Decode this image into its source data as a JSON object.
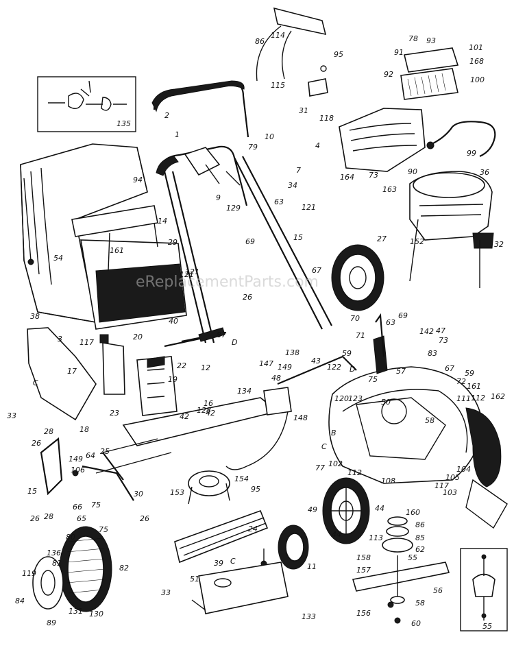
{
  "watermark": "eReplacementParts.com",
  "callouts": [
    {
      "key": "n114",
      "text": "114"
    },
    {
      "key": "n95",
      "text": "95"
    },
    {
      "key": "n86a",
      "text": "86"
    },
    {
      "key": "n115",
      "text": "115"
    },
    {
      "key": "n31a",
      "text": "31"
    },
    {
      "key": "n118",
      "text": "118"
    },
    {
      "key": "n78",
      "text": "78"
    },
    {
      "key": "n93",
      "text": "93"
    },
    {
      "key": "n91",
      "text": "91"
    },
    {
      "key": "n101",
      "text": "101"
    },
    {
      "key": "n168",
      "text": "168"
    },
    {
      "key": "n92",
      "text": "92"
    },
    {
      "key": "n100",
      "text": "100"
    },
    {
      "key": "n135",
      "text": "135"
    },
    {
      "key": "n2",
      "text": "2"
    },
    {
      "key": "n1",
      "text": "1"
    },
    {
      "key": "n10",
      "text": "10"
    },
    {
      "key": "n79",
      "text": "79"
    },
    {
      "key": "n4a",
      "text": "4"
    },
    {
      "key": "n7",
      "text": "7"
    },
    {
      "key": "n34",
      "text": "34"
    },
    {
      "key": "n9",
      "text": "9"
    },
    {
      "key": "n129",
      "text": "129"
    },
    {
      "key": "n121a",
      "text": "121"
    },
    {
      "key": "n63",
      "text": "63"
    },
    {
      "key": "n121b",
      "text": "121"
    },
    {
      "key": "n69a",
      "text": "69"
    },
    {
      "key": "n15a",
      "text": "15"
    },
    {
      "key": "n99",
      "text": "99"
    },
    {
      "key": "n36",
      "text": "36"
    },
    {
      "key": "n164",
      "text": "164"
    },
    {
      "key": "n73a",
      "text": "73"
    },
    {
      "key": "n90",
      "text": "90"
    },
    {
      "key": "n163",
      "text": "163"
    },
    {
      "key": "n32",
      "text": "32"
    },
    {
      "key": "n27",
      "text": "27"
    },
    {
      "key": "n152",
      "text": "152"
    },
    {
      "key": "n94",
      "text": "94"
    },
    {
      "key": "n161a",
      "text": "161"
    },
    {
      "key": "n54",
      "text": "54"
    },
    {
      "key": "n29",
      "text": "29"
    },
    {
      "key": "n14",
      "text": "14"
    },
    {
      "key": "n121c",
      "text": "121"
    },
    {
      "key": "n26a",
      "text": "26"
    },
    {
      "key": "n40",
      "text": "40"
    },
    {
      "key": "n20",
      "text": "20"
    },
    {
      "key": "n87",
      "text": "87"
    },
    {
      "key": "nD1",
      "text": "D"
    },
    {
      "key": "n22",
      "text": "22"
    },
    {
      "key": "n12",
      "text": "12"
    },
    {
      "key": "n19",
      "text": "19"
    },
    {
      "key": "n67a",
      "text": "67"
    },
    {
      "key": "n70",
      "text": "70"
    },
    {
      "key": "n63b",
      "text": "63"
    },
    {
      "key": "n69b",
      "text": "69"
    },
    {
      "key": "n71",
      "text": "71"
    },
    {
      "key": "n142",
      "text": "142"
    },
    {
      "key": "n47",
      "text": "47"
    },
    {
      "key": "n83",
      "text": "83"
    },
    {
      "key": "n38",
      "text": "38"
    },
    {
      "key": "n3",
      "text": "3"
    },
    {
      "key": "n117",
      "text": "117"
    },
    {
      "key": "n17",
      "text": "17"
    },
    {
      "key": "nC1",
      "text": "C"
    },
    {
      "key": "n33a",
      "text": "33"
    },
    {
      "key": "n16",
      "text": "16"
    },
    {
      "key": "n23",
      "text": "23"
    },
    {
      "key": "n128",
      "text": "128"
    },
    {
      "key": "n42a",
      "text": "42"
    },
    {
      "key": "n42b",
      "text": "42"
    },
    {
      "key": "n134",
      "text": "134"
    },
    {
      "key": "n147",
      "text": "147"
    },
    {
      "key": "n149",
      "text": "149"
    },
    {
      "key": "n48",
      "text": "48"
    },
    {
      "key": "n138",
      "text": "138"
    },
    {
      "key": "n43",
      "text": "43"
    },
    {
      "key": "n148",
      "text": "148"
    },
    {
      "key": "n122",
      "text": "122"
    },
    {
      "key": "n59a",
      "text": "59"
    },
    {
      "key": "nD2",
      "text": "D"
    },
    {
      "key": "n75a",
      "text": "75"
    },
    {
      "key": "n123",
      "text": "123"
    },
    {
      "key": "n120",
      "text": "120"
    },
    {
      "key": "n57",
      "text": "57"
    },
    {
      "key": "n73b",
      "text": "73"
    },
    {
      "key": "n67b",
      "text": "67"
    },
    {
      "key": "n59b",
      "text": "59"
    },
    {
      "key": "n72",
      "text": "72"
    },
    {
      "key": "n161b",
      "text": "161"
    },
    {
      "key": "n111",
      "text": "111"
    },
    {
      "key": "n112a",
      "text": "112"
    },
    {
      "key": "n162",
      "text": "162"
    },
    {
      "key": "n50",
      "text": "50"
    },
    {
      "key": "n58a",
      "text": "58"
    },
    {
      "key": "n18",
      "text": "18"
    },
    {
      "key": "n28a",
      "text": "28"
    },
    {
      "key": "n26b",
      "text": "26"
    },
    {
      "key": "n149b",
      "text": "149"
    },
    {
      "key": "n64",
      "text": "64"
    },
    {
      "key": "n25",
      "text": "25"
    },
    {
      "key": "n106",
      "text": "106"
    },
    {
      "key": "n15b",
      "text": "15"
    },
    {
      "key": "n66",
      "text": "66"
    },
    {
      "key": "n28b",
      "text": "28"
    },
    {
      "key": "n26c",
      "text": "26"
    },
    {
      "key": "n65",
      "text": "65"
    },
    {
      "key": "n75b",
      "text": "75"
    },
    {
      "key": "n75c",
      "text": "75"
    },
    {
      "key": "n30",
      "text": "30"
    },
    {
      "key": "n26d",
      "text": "26"
    },
    {
      "key": "n153",
      "text": "153"
    },
    {
      "key": "n154",
      "text": "154"
    },
    {
      "key": "n95b",
      "text": "95"
    },
    {
      "key": "nB",
      "text": "B"
    },
    {
      "key": "nC2",
      "text": "C"
    },
    {
      "key": "n77",
      "text": "77"
    },
    {
      "key": "n102",
      "text": "102"
    },
    {
      "key": "n112b",
      "text": "112"
    },
    {
      "key": "n105",
      "text": "105"
    },
    {
      "key": "n104",
      "text": "104"
    },
    {
      "key": "n103",
      "text": "103"
    },
    {
      "key": "n108",
      "text": "108"
    },
    {
      "key": "n117b",
      "text": "117"
    },
    {
      "key": "n160",
      "text": "160"
    },
    {
      "key": "n49",
      "text": "49"
    },
    {
      "key": "n44a",
      "text": "44"
    },
    {
      "key": "n44b",
      "text": "44"
    },
    {
      "key": "n113",
      "text": "113"
    },
    {
      "key": "n86b",
      "text": "86"
    },
    {
      "key": "n85",
      "text": "85"
    },
    {
      "key": "n62",
      "text": "62"
    },
    {
      "key": "n55a",
      "text": "55"
    },
    {
      "key": "n11",
      "text": "11"
    },
    {
      "key": "n24",
      "text": "24"
    },
    {
      "key": "n39",
      "text": "39"
    },
    {
      "key": "nC3",
      "text": "C"
    },
    {
      "key": "n51",
      "text": "51"
    },
    {
      "key": "n33b",
      "text": "33"
    },
    {
      "key": "n133",
      "text": "133"
    },
    {
      "key": "n158",
      "text": "158"
    },
    {
      "key": "n157",
      "text": "157"
    },
    {
      "key": "n56",
      "text": "56"
    },
    {
      "key": "n58b",
      "text": "58"
    },
    {
      "key": "n156",
      "text": "156"
    },
    {
      "key": "n60",
      "text": "60"
    },
    {
      "key": "n55b",
      "text": "55"
    },
    {
      "key": "n80",
      "text": "80"
    },
    {
      "key": "n136",
      "text": "136"
    },
    {
      "key": "n81",
      "text": "81"
    },
    {
      "key": "n119",
      "text": "119"
    },
    {
      "key": "n84",
      "text": "84"
    },
    {
      "key": "n89",
      "text": "89"
    },
    {
      "key": "n131",
      "text": "131"
    },
    {
      "key": "n130",
      "text": "130"
    },
    {
      "key": "n82",
      "text": "82"
    }
  ]
}
